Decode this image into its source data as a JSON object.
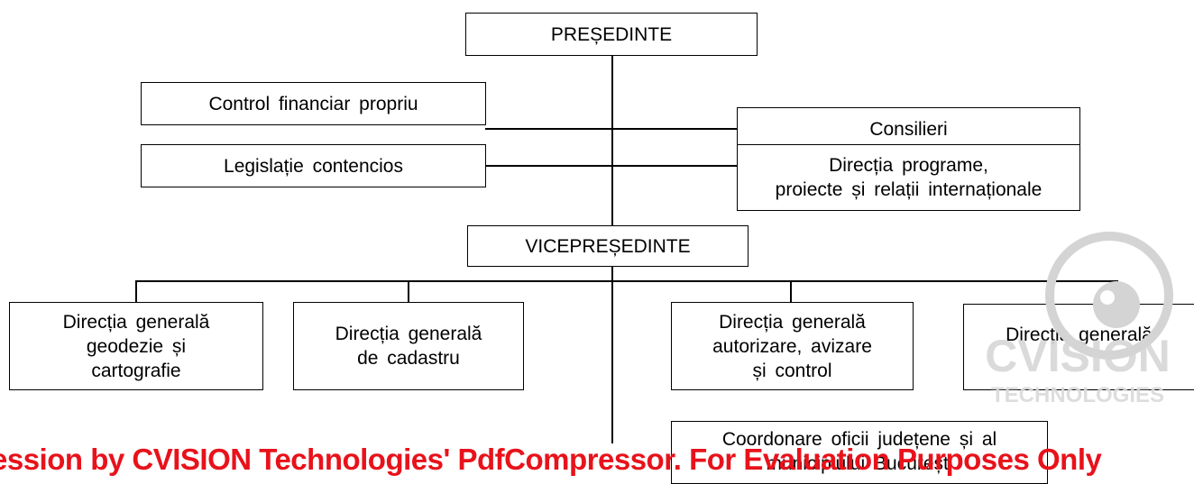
{
  "org_chart": {
    "president": "PREȘEDINTE",
    "left_departments": [
      "Control  financiar  propriu",
      "Legislație  contencios"
    ],
    "right_departments": [
      "Consilieri",
      "Direcția  programe,\nproiecte  și  relații  internaționale"
    ],
    "vice_president": "VICEPREȘEDINTE",
    "general_directorates": [
      "Direcția  generală\ngeodezie  și\ncartografie",
      "Direcția  generală\nde  cadastru",
      "Direcția  generală\nautorizare,  avizare\nși  control",
      "Direcția  generală"
    ],
    "bottom_unit": "Coordonare  oficii  județene  și  al\nmunicipiului  București"
  },
  "watermark": {
    "text": "ession by CVISION Technologies' PdfCompressor. For Evaluation Purposes Only",
    "color": "#e8121b",
    "logo_text": "CVISION",
    "logo_subtext": "TECHNOLOGIES"
  }
}
